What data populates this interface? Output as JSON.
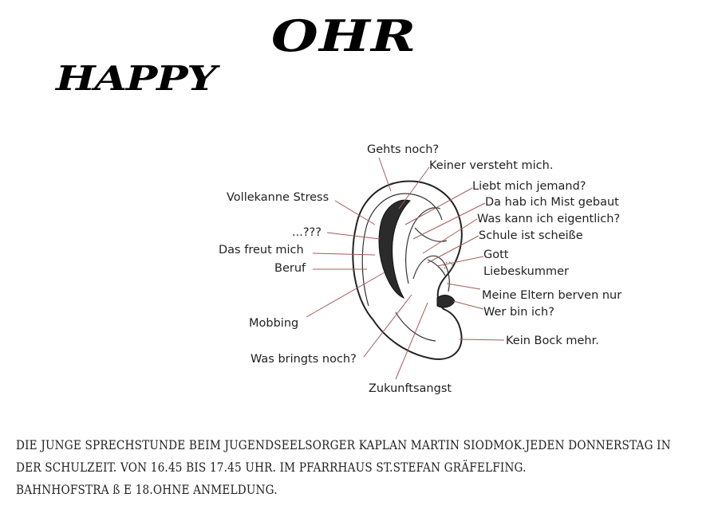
{
  "title": {
    "word_top": "OHR",
    "word_bottom": "HAPPY"
  },
  "figure": {
    "labels": [
      "Gehts noch?",
      "Keiner versteht mich.",
      "Liebt mich jemand?",
      "Da hab ich Mist gebaut",
      "Was kann ich eigentlich?",
      "Schule ist scheiße",
      "Gott",
      "Liebeskummer",
      "Meine Eltern berven nur",
      "Wer bin ich?",
      "Kein Bock mehr.",
      "Vollekanne Stress",
      "...???",
      "Das freut mich",
      "Beruf",
      "Mobbing",
      "Was bringts noch?",
      "Zukunftsangst"
    ]
  },
  "info": {
    "line1": "DIE JUNGE SPRECHSTUNDE BEIM JUGENDSEELSORGER KAPLAN MARTIN SIODMOK.JEDEN DONNERSTAG IN",
    "line2": "DER SCHULZEIT. VON 16.45 BIS 17.45 UHR. IM PFARRHAUS ST.STEFAN GRÄFELFING.",
    "line3": "BAHNHOFSTRA ß E 18.OHNE ANMELDUNG."
  }
}
